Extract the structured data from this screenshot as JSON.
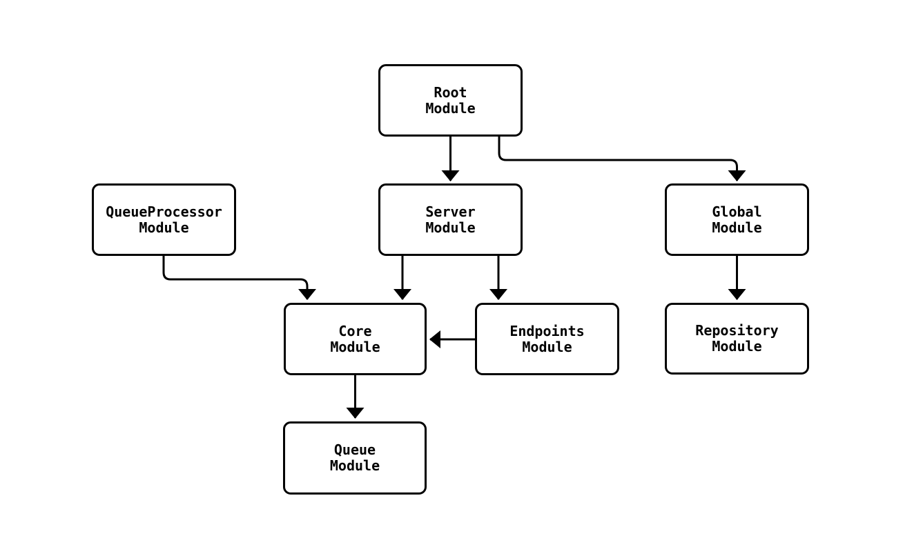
{
  "diagram": {
    "type": "flowchart",
    "direction": "top-down",
    "background_color": "#ffffff",
    "node_fill_color": "#ffffff",
    "node_border_color": "#000000",
    "edge_color": "#000000",
    "text_color": "#000000",
    "nodes": {
      "root": {
        "label": "Root\nModule"
      },
      "server": {
        "label": "Server\nModule"
      },
      "global": {
        "label": "Global\nModule"
      },
      "queueprocessor": {
        "label": "QueueProcessor\nModule"
      },
      "core": {
        "label": "Core\nModule"
      },
      "endpoints": {
        "label": "Endpoints\nModule"
      },
      "repository": {
        "label": "Repository\nModule"
      },
      "queue": {
        "label": "Queue\nModule"
      }
    },
    "edges": [
      {
        "from": "Root Module",
        "to": "Server Module"
      },
      {
        "from": "Root Module",
        "to": "Global Module"
      },
      {
        "from": "QueueProcessor Module",
        "to": "Core Module"
      },
      {
        "from": "Server Module",
        "to": "Core Module"
      },
      {
        "from": "Server Module",
        "to": "Endpoints Module"
      },
      {
        "from": "Endpoints Module",
        "to": "Core Module"
      },
      {
        "from": "Core Module",
        "to": "Queue Module"
      },
      {
        "from": "Global Module",
        "to": "Repository Module"
      }
    ]
  }
}
